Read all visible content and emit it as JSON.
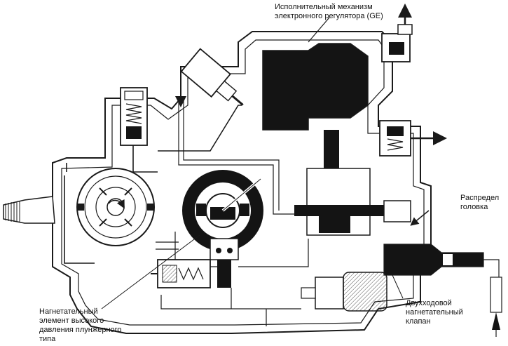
{
  "labels": {
    "actuator": [
      "Исполнительный механизм",
      "электронного регулятора (GE)"
    ],
    "distributor_head": [
      "Распредел",
      "головка"
    ],
    "delivery_valve": [
      "Двухходовой",
      "нагнетательный",
      "клапан"
    ],
    "pump_element": [
      "Нагнетательный",
      "элемент высокого",
      "давления плунжерного",
      "типа"
    ]
  },
  "colors": {
    "line": "#1a1a1a",
    "fill_dark": "#141414",
    "fill_mid": "#9a9a9a",
    "background": "#ffffff"
  }
}
